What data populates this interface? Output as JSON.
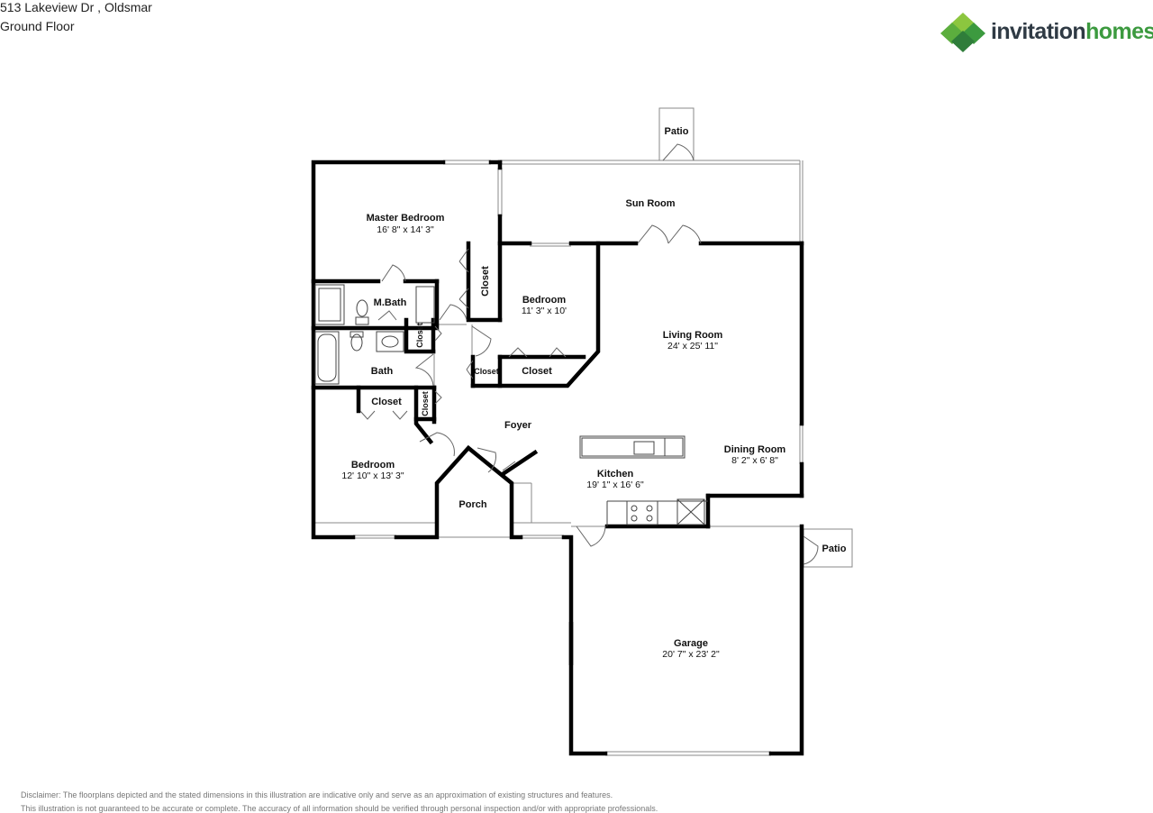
{
  "header": {
    "address": "513 Lakeview Dr , Oldsmar",
    "floor": "Ground Floor"
  },
  "brand": {
    "name_part1": "invitation",
    "name_part2": "homes",
    "colors": {
      "dark": "#2f3a44",
      "green": "#3c9a3f",
      "light_green": "#8cc63f"
    }
  },
  "rooms": {
    "patio_top": {
      "label": "Patio"
    },
    "sun_room": {
      "label": "Sun Room"
    },
    "master_bedroom": {
      "label": "Master Bedroom",
      "dims": "16' 8\" x 14' 3\""
    },
    "closet_master": {
      "label": "Closet"
    },
    "bedroom2": {
      "label": "Bedroom",
      "dims": "11' 3\" x 10'"
    },
    "m_bath": {
      "label": "M.Bath"
    },
    "closet_small1": {
      "label": "Closet"
    },
    "bath": {
      "label": "Bath"
    },
    "closet_b2a": {
      "label": "Closet"
    },
    "closet_b2b": {
      "label": "Closet"
    },
    "living_room": {
      "label": "Living Room",
      "dims": "24' x 25' 11\""
    },
    "closet_bed3": {
      "label": "Closet"
    },
    "closet_bed3b": {
      "label": "Closet"
    },
    "foyer": {
      "label": "Foyer"
    },
    "bedroom3": {
      "label": "Bedroom",
      "dims": "12' 10\" x 13' 3\""
    },
    "dining_room": {
      "label": "Dining Room",
      "dims": "8' 2\" x 6' 8\""
    },
    "kitchen": {
      "label": "Kitchen",
      "dims": "19' 1\" x 16' 6\""
    },
    "porch": {
      "label": "Porch"
    },
    "patio_right": {
      "label": "Patio"
    },
    "garage": {
      "label": "Garage",
      "dims": "20' 7\" x 23' 2\""
    }
  },
  "disclaimer": {
    "line1": "Disclaimer: The floorplans depicted and the stated dimensions in this illustration are indicative only and serve as an approximation of existing structures and features.",
    "line2": "This illustration is not guaranteed to be accurate or complete. The accuracy of all information should be verified through personal inspection and/or with appropriate professionals."
  }
}
